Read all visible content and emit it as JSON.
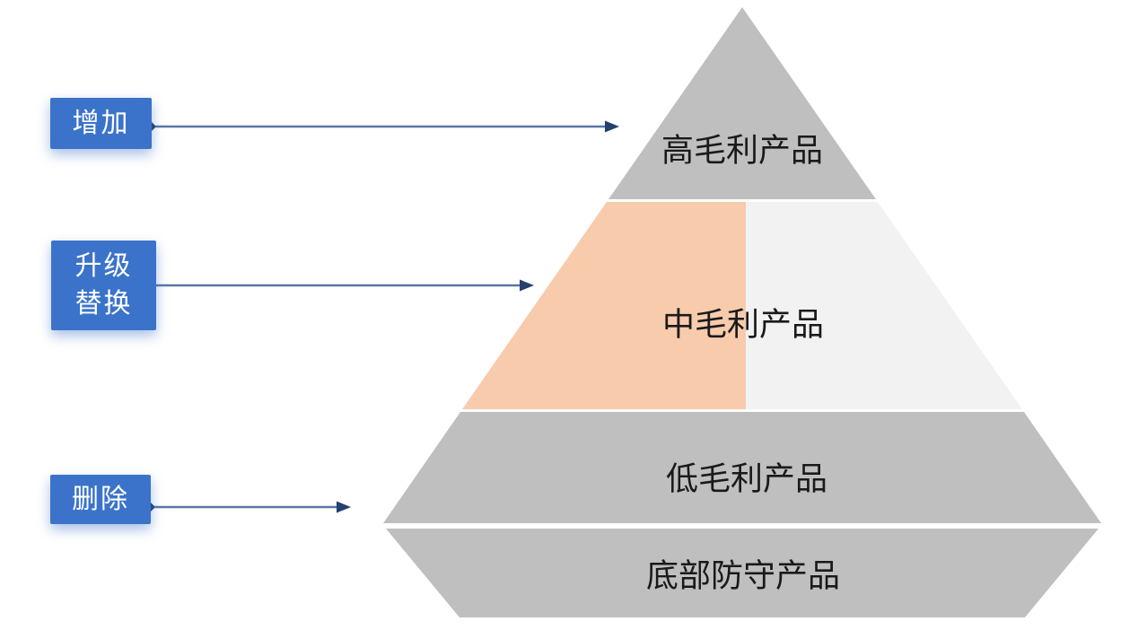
{
  "action_labels": [
    {
      "id": "add",
      "lines": [
        "增加"
      ]
    },
    {
      "id": "upgrade-replace",
      "lines": [
        "升级",
        "替换"
      ]
    },
    {
      "id": "delete",
      "lines": [
        "删除"
      ]
    }
  ],
  "pyramid_levels": [
    {
      "label": "高毛利产品"
    },
    {
      "label": "中毛利产品"
    },
    {
      "label": "低毛利产品"
    },
    {
      "label": "底部防守产品"
    }
  ],
  "colors": {
    "action_box": "#3b73ca",
    "action_box_text": "#ffffff",
    "pyramid_gray": "#bfbfbf",
    "mid_left_orange": "#f8cbad",
    "mid_right_light": "#f2f2f2",
    "connector_line": "#5b76a4",
    "connector_marker": "#24416f",
    "label_text": "#1a1a1a"
  }
}
